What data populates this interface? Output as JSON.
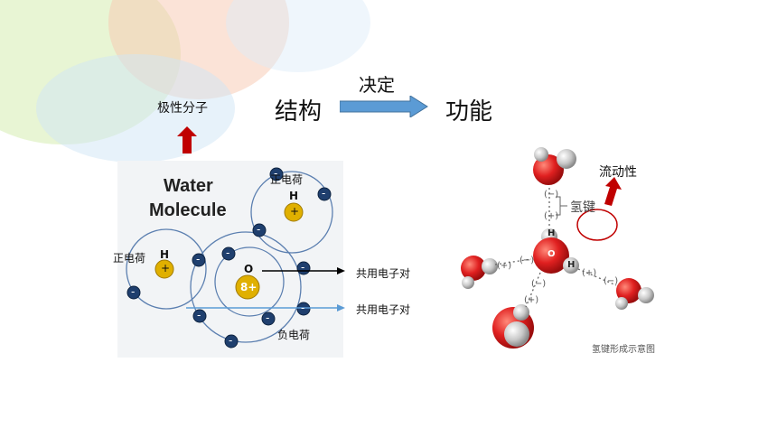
{
  "labels": {
    "polar_molecule": "极性分子",
    "structure": "结构",
    "determines": "决定",
    "function": "功能",
    "positive_charge_top": "正电荷",
    "positive_charge_left": "正电荷",
    "negative_charge": "负电荷",
    "shared_pair_1": "共用电子对",
    "shared_pair_2": "共用电子对",
    "fluidity": "流动性",
    "hydrogen_bond": "氢键",
    "diagram_caption": "氢键形成示意图"
  },
  "water_molecule": {
    "title_line1": "Water",
    "title_line2": "Molecule",
    "h_top": "H",
    "h_top_charge": "+",
    "h_left": "H",
    "h_left_charge": "+",
    "o_symbol": "O",
    "o_charge": "8+",
    "electron_sign": "-"
  },
  "h_bond_diagram": {
    "h_label": "H",
    "o_label": "O",
    "h_right_label": "H",
    "partial_neg": "(−)",
    "partial_pos": "(+)"
  },
  "colors": {
    "arrow_blue": "#5b9bd5",
    "arrow_red": "#c00000",
    "electron": "#1f3f6e",
    "nucleus": "#e0b000",
    "oxygen_red": "#e02020"
  }
}
